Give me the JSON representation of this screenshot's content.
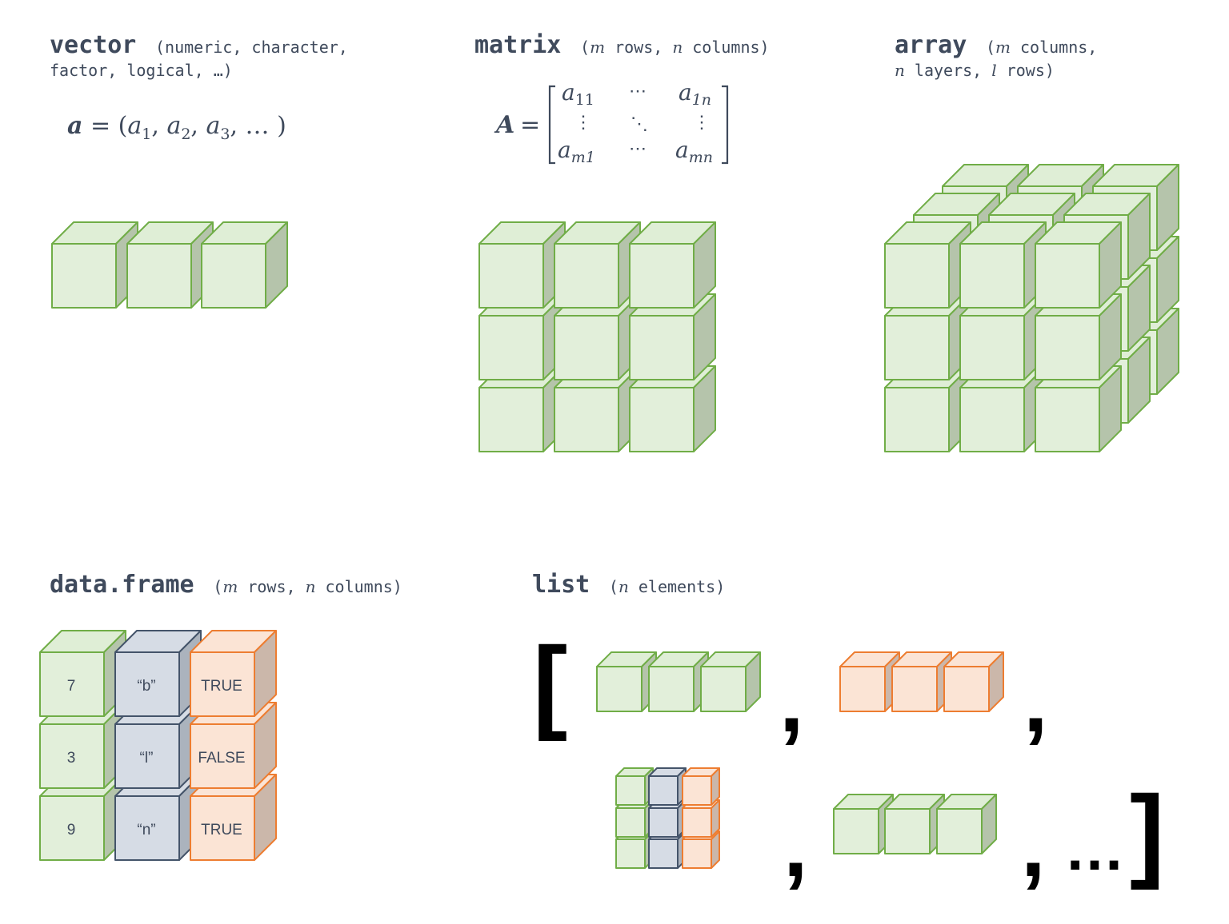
{
  "colors": {
    "green_front": "#e2efda",
    "green_top": "#dfeed6",
    "green_side": "#b5c4ab",
    "green_stroke": "#70ad47",
    "blue_front": "#d6dce5",
    "blue_top": "#d6dce5",
    "blue_side": "#abb3bd",
    "blue_stroke": "#44546a",
    "orange_front": "#fbe4d5",
    "orange_top": "#fbe4d5",
    "orange_side": "#cbb7aa",
    "orange_stroke": "#ed7d31",
    "text": "#3f4a5c"
  },
  "vector": {
    "title": "vector",
    "subtitle_line1": "(numeric, character,",
    "subtitle_line2": "factor, logical, …)",
    "formula": {
      "lhs": "a",
      "eq": " = (",
      "a": "a",
      "sub1": "1",
      "sub2": "2",
      "sub3": "3",
      "comma": ", ",
      "tail": ", … )"
    }
  },
  "matrix": {
    "title": "matrix",
    "sub_open": "(",
    "sub_m": "m",
    "sub_rows": " rows, ",
    "sub_n": "n",
    "sub_cols": " columns)",
    "formula": {
      "lhs": "A",
      "eq": "=",
      "a": "a",
      "s11": "11",
      "s1n": "1n",
      "sm1": "m1",
      "smn": "mn",
      "hdots": "⋯",
      "vdots": "⋮",
      "ddots": "⋱"
    }
  },
  "array": {
    "title": "array",
    "sub_open": "(",
    "sub_m": "m",
    "sub_cols": " columns,",
    "sub_n": "n",
    "sub_layers": " layers, ",
    "sub_l": "l",
    "sub_rows": " rows)"
  },
  "dataframe": {
    "title": "data.frame",
    "sub_open": "(",
    "sub_m": "m",
    "sub_rows": " rows, ",
    "sub_n": "n",
    "sub_cols": " columns)",
    "columns": [
      {
        "values": [
          "7",
          "3",
          "9"
        ]
      },
      {
        "values": [
          "“b”",
          "“l”",
          "“n”"
        ]
      },
      {
        "values": [
          "TRUE",
          "FALSE",
          "TRUE"
        ]
      }
    ]
  },
  "list": {
    "title": "list",
    "sub_open": "(",
    "sub_n": "n",
    "sub_elements": " elements)",
    "open_bracket": "[",
    "close_bracket": "]",
    "comma": ",",
    "ellipsis": "…"
  }
}
